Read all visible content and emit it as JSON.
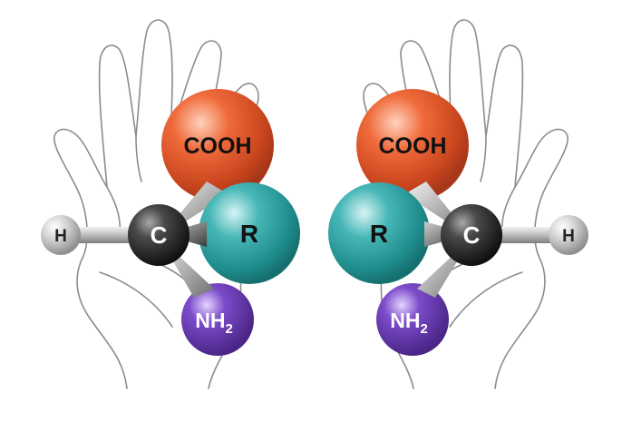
{
  "labels": {
    "cooh": "COOH",
    "r": "R",
    "c": "C",
    "h": "H",
    "nh": "NH",
    "nh_sub": "2"
  },
  "colors": {
    "cooh": "#e05a2b",
    "r": "#2aa0a0",
    "c": "#2b2b2b",
    "h": "#bdbdbd",
    "nh2": "#6a3fa8",
    "hand_outline": "#8c8c8c"
  }
}
